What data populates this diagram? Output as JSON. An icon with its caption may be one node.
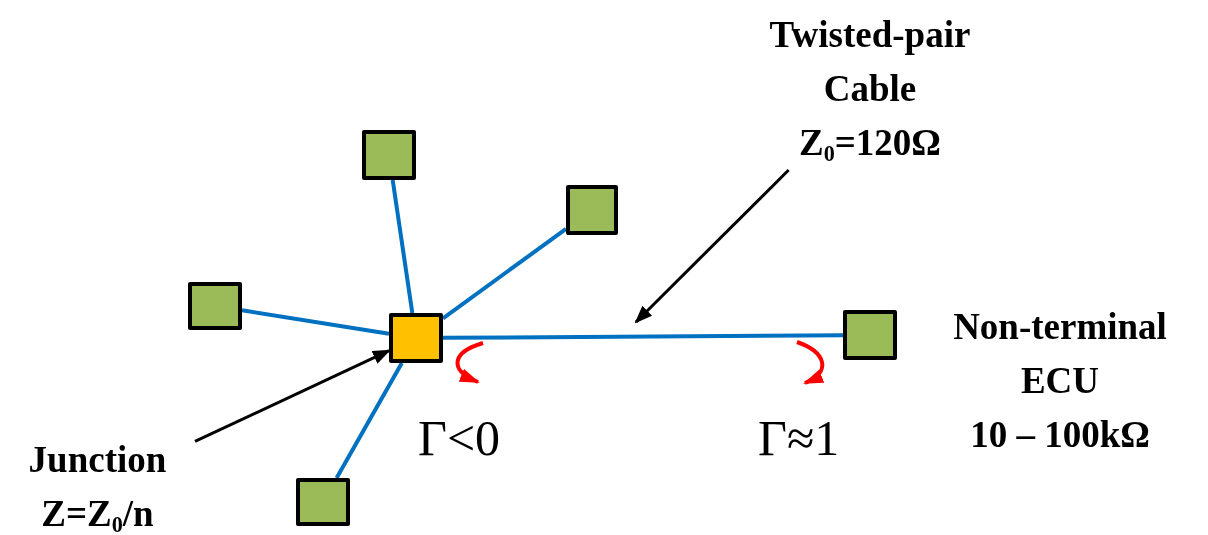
{
  "diagram": {
    "nodes": [
      {
        "text": [],
        "shape": "box"
      },
      {
        "text": [],
        "shape": "box"
      },
      {
        "text": [],
        "shape": "box"
      },
      {
        "text": [],
        "shape": "box"
      },
      {
        "text": [],
        "shape": "box",
        "beside": [
          "Non-terminal ECU",
          "10 – 100kΩ"
        ]
      },
      {
        "text": [],
        "shape": "box"
      },
      {
        "text": [
          "Twisted-pair Cable",
          "Z$_{0}$=120Ω"
        ]
      },
      {
        "text": [
          "Junction",
          "Z=Z$_{0}$/n"
        ]
      }
    ],
    "edges": [
      {
        "from": 0,
        "to": 3,
        "arrow": "none"
      },
      {
        "from": 1,
        "to": 3,
        "arrow": "none"
      },
      {
        "from": 2,
        "to": 3,
        "arrow": "none"
      },
      {
        "from": 3,
        "to": 4,
        "arrow": "none"
      },
      {
        "from": 5,
        "to": 3,
        "arrow": "none"
      },
      {
        "from": 6,
        "to": null,
        "arrow": "to",
        "color": "#000000"
      },
      {
        "from": 7,
        "to": 3,
        "arrow": "to",
        "color": "#000000"
      }
    ],
    "labels": [
      "Γ<0",
      "Γ≈1"
    ]
  }
}
